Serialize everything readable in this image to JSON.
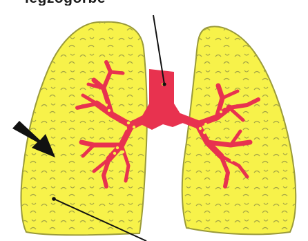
{
  "diagram": {
    "top_label": "lé​gzőgörbe",
    "colors": {
      "background": "#ffffff",
      "lung_fill": "#f7f24a",
      "lung_outline": "#9a9a3a",
      "alveoli_stroke": "#a6a646",
      "airway_fill": "#e8324f",
      "bronchiole_dots": "#f7f24a",
      "arrow": "#111111",
      "pointer_line": "#111111"
    },
    "icons": [
      "left-lung",
      "right-lung",
      "trachea",
      "bronchial-tree",
      "arrow-icon"
    ]
  }
}
